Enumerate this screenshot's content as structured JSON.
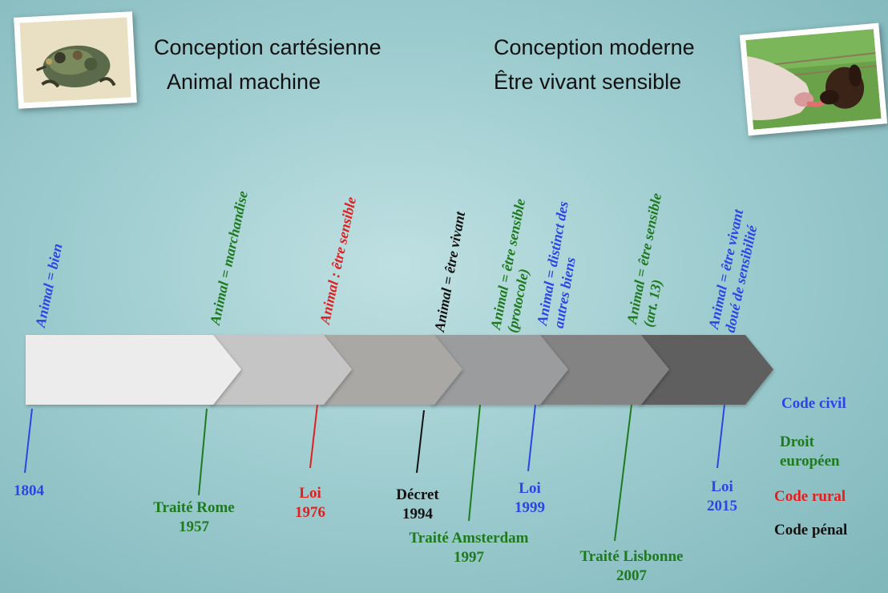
{
  "header": {
    "left_title": "Conception cartésienne",
    "left_subtitle": "Animal machine",
    "right_title": "Conception moderne",
    "right_subtitle": "Être vivant sensible"
  },
  "photos": {
    "left_icon": "mechanical-frog-illustration",
    "right_icon": "cow-and-dog-photo"
  },
  "statuses": [
    {
      "id": "s1804",
      "lines": [
        "Animal = bien"
      ],
      "color": "#2b45e6"
    },
    {
      "id": "s1957",
      "lines": [
        "Animal = marchandise"
      ],
      "color": "#1e7a1e"
    },
    {
      "id": "s1976",
      "lines": [
        "Animal : être sensible"
      ],
      "color": "#e02020"
    },
    {
      "id": "s1994",
      "lines": [
        "Animal = être vivant"
      ],
      "color": "#111111"
    },
    {
      "id": "s1997",
      "lines": [
        "Animal = être sensible",
        "(protocole)"
      ],
      "color": "#1e7a1e"
    },
    {
      "id": "s1999",
      "lines": [
        "Animal = distinct des",
        "autres biens"
      ],
      "color": "#2b45e6"
    },
    {
      "id": "s2007",
      "lines": [
        "Animal = être sensible",
        "(art. 13)"
      ],
      "color": "#1e7a1e"
    },
    {
      "id": "s2015",
      "lines": [
        "Animal = être vivant",
        "doué de sensibilité"
      ],
      "color": "#2b45e6"
    }
  ],
  "events": [
    {
      "id": "e1804",
      "lines": [
        "1804"
      ],
      "color": "#2b45e6"
    },
    {
      "id": "e1957",
      "lines": [
        "Traité Rome",
        "1957"
      ],
      "color": "#1e7a1e"
    },
    {
      "id": "e1976",
      "lines": [
        "Loi",
        "1976"
      ],
      "color": "#e02020"
    },
    {
      "id": "e1994",
      "lines": [
        "Décret",
        "1994"
      ],
      "color": "#111111"
    },
    {
      "id": "e1997",
      "lines": [
        "Traité Amsterdam",
        "1997"
      ],
      "color": "#1e7a1e"
    },
    {
      "id": "e1999",
      "lines": [
        "Loi",
        "1999"
      ],
      "color": "#2b45e6"
    },
    {
      "id": "e2007",
      "lines": [
        "Traité Lisbonne",
        "2007"
      ],
      "color": "#1e7a1e"
    },
    {
      "id": "e2015",
      "lines": [
        "Loi",
        "2015"
      ],
      "color": "#2b45e6"
    }
  ],
  "legend": {
    "civil": "Code civil",
    "europe_line1": "Droit",
    "europe_line2": "européen",
    "rural": "Code rural",
    "penal": "Code pénal"
  },
  "colors": {
    "code_civil": "#2b45e6",
    "droit_europeen": "#1e7a1e",
    "code_rural": "#e02020",
    "code_penal": "#111111"
  }
}
